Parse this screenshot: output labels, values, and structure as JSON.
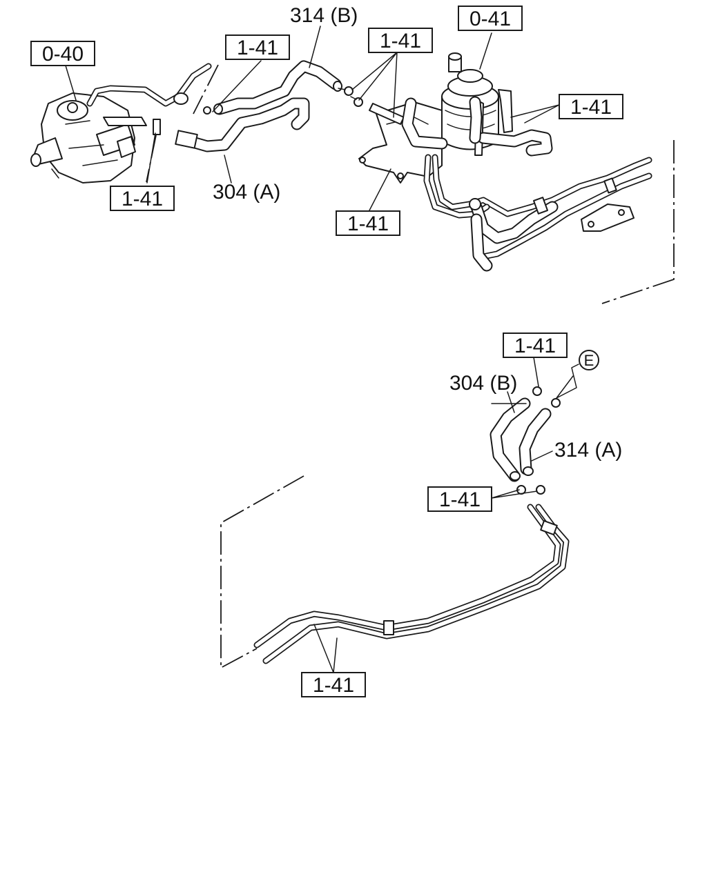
{
  "diagram": {
    "labels": {
      "ref_0_40": "0-40",
      "ref_0_41": "0-41",
      "ref_1_41": "1-41",
      "part_314b": "314 (B)",
      "part_304a": "304 (A)",
      "part_304b": "304 (B)",
      "part_314a": "314 (A)",
      "view_e": "E"
    }
  }
}
